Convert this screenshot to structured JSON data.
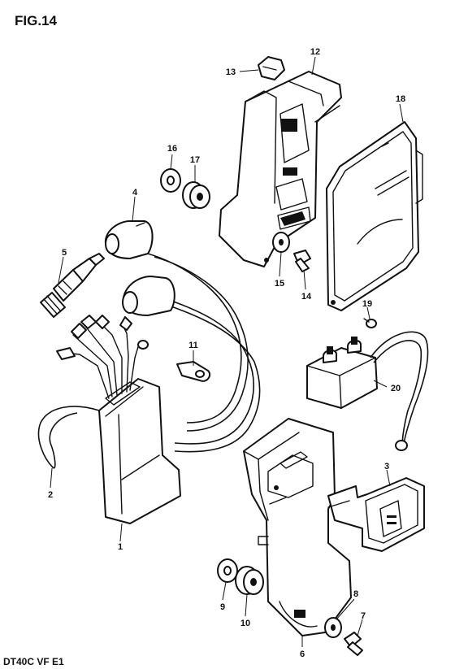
{
  "figure_title": "FIG.14",
  "footer_text": "DT40C VF E1",
  "labels": {
    "p1": "1",
    "p2": "2",
    "p3": "3",
    "p4": "4",
    "p5": "5",
    "p6": "6",
    "p7": "7",
    "p8": "8",
    "p9": "9",
    "p10": "10",
    "p11": "11",
    "p12": "12",
    "p13": "13",
    "p14": "14",
    "p15": "15",
    "p16": "16",
    "p17": "17",
    "p18": "18",
    "p19": "19",
    "p20": "20"
  }
}
